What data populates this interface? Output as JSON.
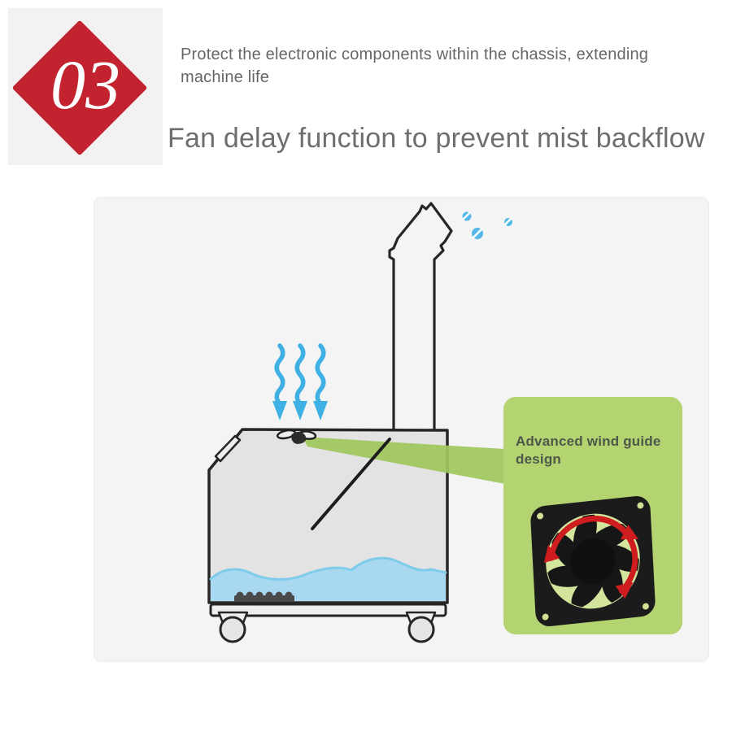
{
  "badge": {
    "number": "03"
  },
  "intro": {
    "text": "Protect the electronic components within the chassis, extending machine life"
  },
  "heading": {
    "text": "Fan delay function to prevent mist backflow"
  },
  "diagram": {
    "callout": {
      "label": "Advanced wind guide design"
    }
  },
  "colors": {
    "diamond_red": "#c2232e",
    "badge_bg": "#f2f2f3",
    "panel_bg": "#f4f4f5",
    "outline_dark": "#262626",
    "machine_gray": "#e3e3e4",
    "mist_blue": "#3fb0e4",
    "droplet_blue": "#54b9e8",
    "water_blue": "#a8d9f0",
    "water_edge_blue": "#7fcbea",
    "callout_green": "#b4d471",
    "beam_green": "#a0c75c",
    "fan_pale_green": "#d3e49c",
    "fan_black": "#1b1b1b",
    "fan_arrow_red": "#cf1d1f",
    "heading_gray": "#6e6e6e",
    "body_text_gray": "#666666",
    "callout_text_gray": "#4e574a"
  },
  "icons": {
    "badge_diamond": "number-badge-diamond",
    "mist_arrows": "mist-arrow-down-icon",
    "droplets": "mist-droplet-icon",
    "vent": "machine-vent-icon",
    "fan": "axial-fan-image",
    "fan_arrows": "fan-rotation-arrow-icon"
  }
}
